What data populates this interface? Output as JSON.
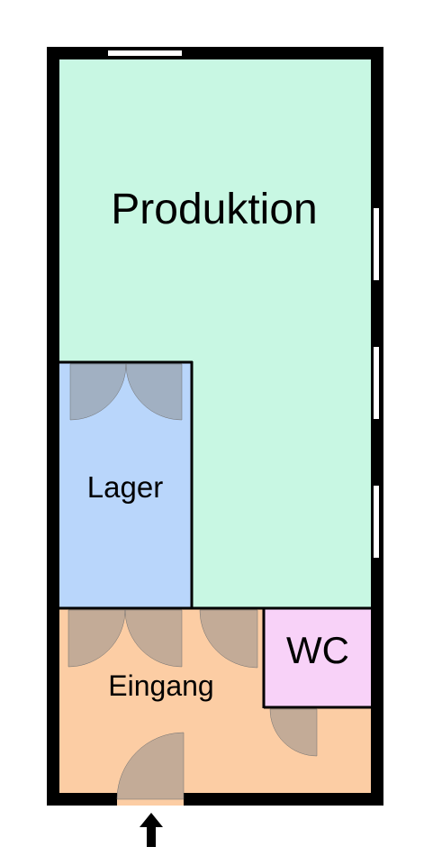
{
  "floorplan": {
    "rooms": {
      "produktion": {
        "label": "Produktion",
        "color": "#c8f7e3"
      },
      "lager": {
        "label": "Lager",
        "color": "#b9d6fb"
      },
      "eingang": {
        "label": "Eingang",
        "color": "#fccda4"
      },
      "wc": {
        "label": "WC",
        "color": "#f8d2f8"
      }
    },
    "wall_color": "#000000",
    "door_swing_color": "#8a8a8a",
    "window_color": "#ffffff",
    "entrance_arrow_icon": "arrow-up-icon"
  }
}
